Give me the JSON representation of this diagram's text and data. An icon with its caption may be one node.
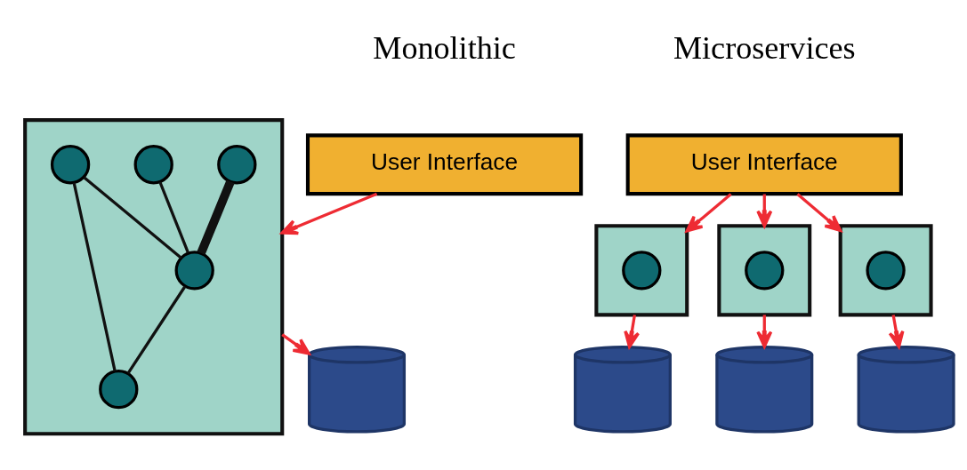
{
  "diagram": {
    "nodes": [
      {
        "text": [
          "User Interface"
        ]
      },
      {
        "text": [],
        "shape": "box"
      },
      {
        "text": [],
        "shape": "circle",
        "in": 1
      },
      {
        "text": [],
        "shape": "circle",
        "in": 1
      },
      {
        "text": [],
        "shape": "circle",
        "in": 1
      },
      {
        "text": [],
        "shape": "circle",
        "in": 1
      },
      {
        "text": [],
        "shape": "circle",
        "in": 1
      },
      {
        "text": [],
        "shape": "cylinder"
      },
      {
        "text": [
          "User Interface"
        ]
      },
      {
        "text": [],
        "shape": "box"
      },
      {
        "text": [],
        "shape": "circle",
        "in": 9
      },
      {
        "text": [],
        "shape": "box"
      },
      {
        "text": [],
        "shape": "circle",
        "in": 11
      },
      {
        "text": [],
        "shape": "box"
      },
      {
        "text": [],
        "shape": "circle",
        "in": 13
      },
      {
        "text": [],
        "shape": "cylinder"
      },
      {
        "text": [],
        "shape": "cylinder"
      },
      {
        "text": [],
        "shape": "cylinder"
      }
    ],
    "edges": [
      {
        "from": 0,
        "to": 1,
        "arrow": "to"
      },
      {
        "from": 3,
        "to": 4,
        "arrow": "none",
        "color": "#111111"
      },
      {
        "from": 5,
        "to": 4,
        "arrow": "none",
        "color": "#111111"
      },
      {
        "from": 5,
        "to": 6,
        "arrow": "none",
        "color": "#111111"
      },
      {
        "from": 2,
        "to": 4,
        "arrow": "none",
        "style": "thick",
        "color": "#111111"
      },
      {
        "from": 4,
        "to": 6,
        "arrow": "none",
        "color": "#111111"
      },
      {
        "from": 1,
        "to": 7,
        "arrow": "to"
      },
      {
        "from": 8,
        "to": 9,
        "arrow": "to"
      },
      {
        "from": 8,
        "to": 11,
        "arrow": "to"
      },
      {
        "from": 8,
        "to": 13,
        "arrow": "to"
      },
      {
        "from": 9,
        "to": 15,
        "arrow": "to"
      },
      {
        "from": 11,
        "to": 16,
        "arrow": "to"
      },
      {
        "from": 13,
        "to": 17,
        "arrow": "to"
      }
    ],
    "labels": [
      "Monolithic",
      "Microservices"
    ]
  }
}
